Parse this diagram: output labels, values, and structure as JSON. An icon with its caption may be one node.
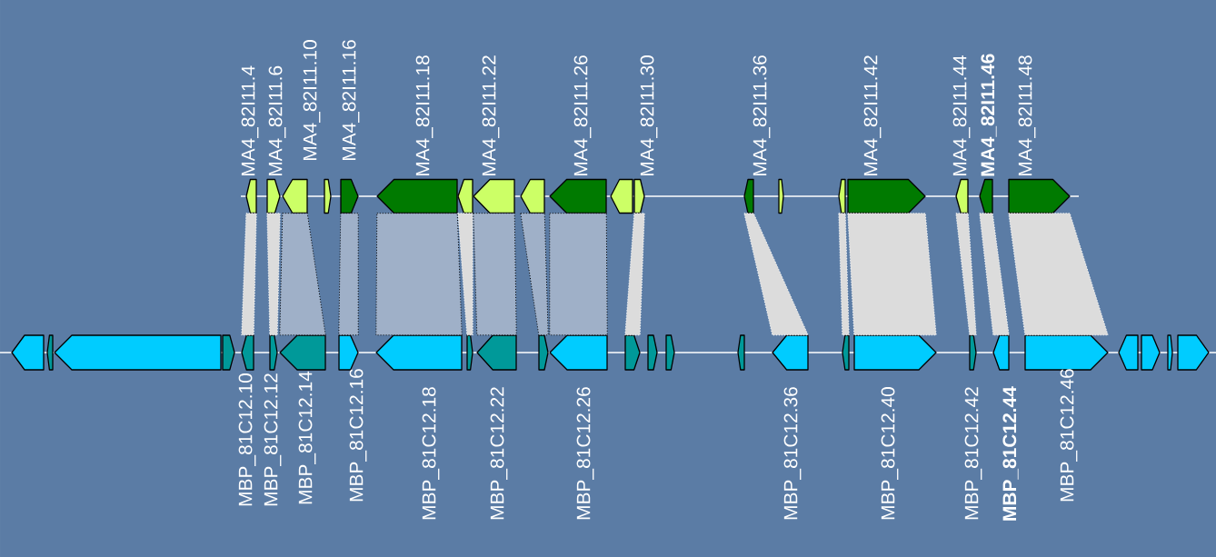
{
  "diagram": {
    "nodes": [
      {
        "text": [],
        "shape": "arrow",
        "beside": [
          "MA4_82I11.4"
        ]
      },
      {
        "text": [],
        "shape": "arrow",
        "beside": [
          "MA4_82I11.6"
        ]
      },
      {
        "text": [],
        "shape": "arrow",
        "beside": [
          "MA4_82I11.10"
        ]
      },
      {
        "text": [],
        "shape": "arrow"
      },
      {
        "text": [],
        "shape": "arrow",
        "beside": [
          "MA4_82I11.16"
        ]
      },
      {
        "text": [],
        "shape": "arrow",
        "beside": [
          "MA4_82I11.18"
        ]
      },
      {
        "text": [],
        "shape": "arrow"
      },
      {
        "text": [],
        "shape": "arrow",
        "beside": [
          "MA4_82I11.22"
        ]
      },
      {
        "text": [],
        "shape": "arrow"
      },
      {
        "text": [],
        "shape": "arrow",
        "beside": [
          "MA4_82I11.26"
        ]
      },
      {
        "text": [],
        "shape": "arrow"
      },
      {
        "text": [],
        "shape": "arrow",
        "beside": [
          "MA4_82I11.30"
        ]
      },
      {
        "text": [],
        "shape": "arrow",
        "beside": [
          "MA4_82I11.36"
        ]
      },
      {
        "text": [],
        "shape": "arrow"
      },
      {
        "text": [],
        "shape": "arrow"
      },
      {
        "text": [],
        "shape": "arrow",
        "beside": [
          "MA4_82I11.42"
        ]
      },
      {
        "text": [],
        "shape": "arrow",
        "beside": [
          "MA4_82I11.44"
        ]
      },
      {
        "text": [],
        "shape": "arrow",
        "beside": [
          "MA4_82I11.46"
        ]
      },
      {
        "text": [],
        "shape": "arrow",
        "beside": [
          "MA4_82I11.48"
        ]
      },
      {
        "text": [],
        "shape": "arrow"
      },
      {
        "text": [],
        "shape": "arrow"
      },
      {
        "text": [],
        "shape": "arrow"
      },
      {
        "text": [],
        "shape": "arrow"
      },
      {
        "text": [],
        "shape": "arrow",
        "beside": [
          "MBP_81C12.10"
        ]
      },
      {
        "text": [],
        "shape": "arrow",
        "beside": [
          "MBP_81C12.12"
        ]
      },
      {
        "text": [],
        "shape": "arrow",
        "beside": [
          "MBP_81C12.14"
        ]
      },
      {
        "text": [],
        "shape": "arrow",
        "beside": [
          "MBP_81C12.16"
        ]
      },
      {
        "text": [],
        "shape": "arrow",
        "beside": [
          "MBP_81C12.18"
        ]
      },
      {
        "text": [],
        "shape": "arrow"
      },
      {
        "text": [],
        "shape": "arrow",
        "beside": [
          "MBP_81C12.22"
        ]
      },
      {
        "text": [],
        "shape": "arrow"
      },
      {
        "text": [],
        "shape": "arrow",
        "beside": [
          "MBP_81C12.26"
        ]
      },
      {
        "text": [],
        "shape": "arrow"
      },
      {
        "text": [],
        "shape": "arrow"
      },
      {
        "text": [],
        "shape": "arrow"
      },
      {
        "text": [],
        "shape": "arrow"
      },
      {
        "text": [],
        "shape": "arrow",
        "beside": [
          "MBP_81C12.36"
        ]
      },
      {
        "text": [],
        "shape": "arrow"
      },
      {
        "text": [],
        "shape": "arrow",
        "beside": [
          "MBP_81C12.40"
        ]
      },
      {
        "text": [],
        "shape": "arrow",
        "beside": [
          "MBP_81C12.42"
        ]
      },
      {
        "text": [],
        "shape": "arrow",
        "beside": [
          "MBP_81C12.44"
        ]
      },
      {
        "text": [],
        "shape": "arrow",
        "beside": [
          "MBP_81C12.46"
        ]
      },
      {
        "text": [],
        "shape": "arrow"
      },
      {
        "text": [],
        "shape": "arrow"
      },
      {
        "text": [],
        "shape": "arrow"
      },
      {
        "text": [],
        "shape": "arrow"
      }
    ],
    "edges": [
      {
        "from": 0,
        "to": 23,
        "arrow": "none"
      },
      {
        "from": 1,
        "to": 24,
        "arrow": "none"
      },
      {
        "from": 2,
        "to": 25,
        "arrow": "none",
        "color": "#9fb0c8"
      },
      {
        "from": 4,
        "to": 26,
        "arrow": "none",
        "color": "#9fb0c8"
      },
      {
        "from": 5,
        "to": 27,
        "arrow": "none",
        "color": "#9fb0c8"
      },
      {
        "from": 6,
        "to": 28,
        "arrow": "none"
      },
      {
        "from": 7,
        "to": 29,
        "arrow": "none",
        "color": "#9fb0c8"
      },
      {
        "from": 8,
        "to": 30,
        "arrow": "none",
        "color": "#9fb0c8"
      },
      {
        "from": 9,
        "to": 31,
        "arrow": "none",
        "color": "#9fb0c8"
      },
      {
        "from": 11,
        "to": 32,
        "arrow": "none"
      },
      {
        "from": 12,
        "to": 36,
        "arrow": "none"
      },
      {
        "from": 14,
        "to": 37,
        "arrow": "none"
      },
      {
        "from": 15,
        "to": 38,
        "arrow": "none"
      },
      {
        "from": 16,
        "to": 39,
        "arrow": "none"
      },
      {
        "from": 17,
        "to": 40,
        "arrow": "none"
      },
      {
        "from": 18,
        "to": 41,
        "arrow": "none"
      }
    ]
  }
}
